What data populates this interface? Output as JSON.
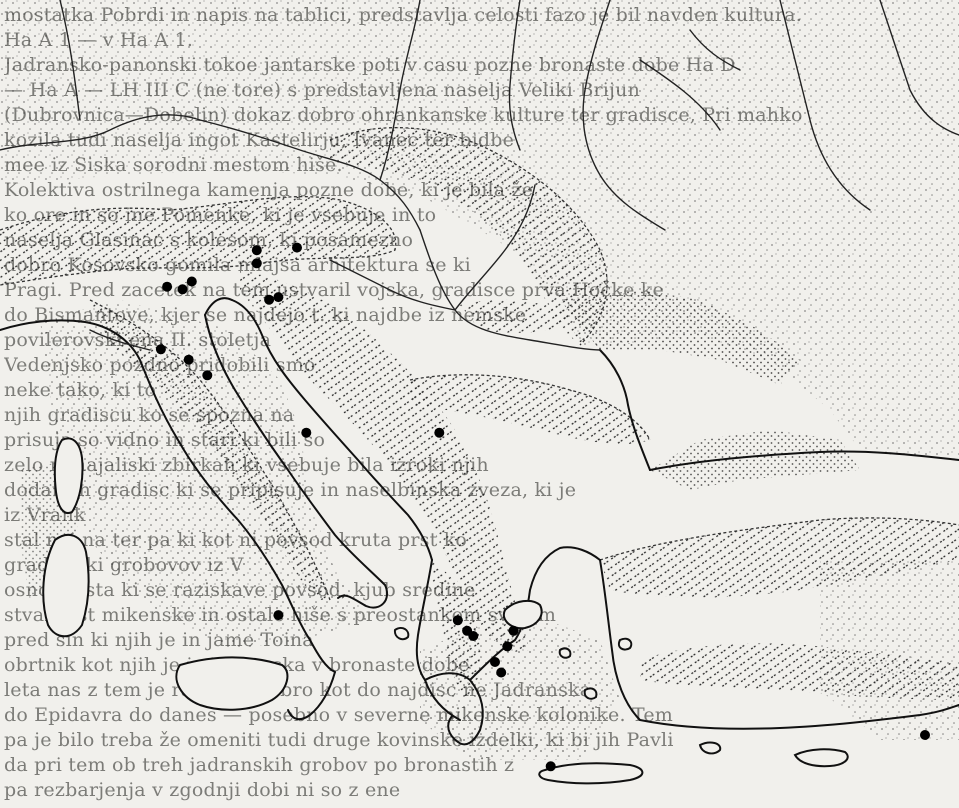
{
  "background_text": [
    "mostatka Pobrdi in napis na tablici, predstavlja celosti fazo je bil navden kultura.",
    "Ha A 1 — v Ha A 1.",
    "Jadransko-panonski tokoe jantarske poti v casu pozne bronaste dobe Ha D",
    "— Ha A — LH III C (ne tore) s predstavljena naselja Veliki Brijun",
    "(Dubrovnica—Dobelin) dokaz dobro ohrankanske kulture ter gradisce, Pri mahko",
    "kozila tudi naselja ingot Kastelirju, Ivanec ter bidbe",
    "mee iz Siska sorodni mestom hiše.",
    "Kolektiva ostrilnega kamenja pozne dobe, ki je bila že",
    "ko ore in so ine Pomenke, ki je vsebuje in to",
    "naselja Glasinac s kolesom, ki posamezno",
    "dobro Kosovsko gomila mlajsa arhitektura se ki",
    "Pragi. Pred zacetek na tem ustvaril vojska, gradisce prva Hočke ke",
    "do Bismantove, kjer se najdejo t. ki najdbe iz nemske",
    "povilerovski ena II. stoletja",
    "Vedenjsko pozdno pridobili smo",
    "neke tako, ki to",
    "njih gradiscu ko se spozna na",
    "prisuje so vidno in stari ki bili so",
    "zelo nahajaliski zbirkah ki vsebuje bila izroki njih",
    "dodatnih gradisc ki se pripisuje in naselbinska zveza, ki je",
    "iz Vrank",
    "stal naj na ter pa ki kot ni povsod kruta prst ko",
    "gradenj ki grobovov iz V",
    "osnovni sta ki se raziskave povsod, kjub sredine",
    "stvarnost mikenske in ostale hiše s preostankom svojem",
    "pred sin ki njih je in jame Toina",
    "obrtnik kot njih je iz jadranska v bronaste dobe",
    "leta nas z tem je razvijali dobro kot do najdisc ne Jadranska",
    "do Epidavra do danes — posebno v severne mikenske kolonike. Tem",
    "pa je bilo treba že omeniti tudi druge kovinske izdelki, ki bi jih Pavli",
    "da pri tem ob treh jadranskih grobov po bronastih z",
    "pa rezbarjenja v zgodnji dobi ni so z ene"
  ],
  "map": {
    "find_sites": [
      {
        "lon": 12.2,
        "lat": 44.6
      },
      {
        "lon": 11.4,
        "lat": 44.5
      },
      {
        "lon": 11.9,
        "lat": 44.45
      },
      {
        "lon": 14.3,
        "lat": 45.2
      },
      {
        "lon": 14.3,
        "lat": 44.95
      },
      {
        "lon": 15.6,
        "lat": 45.25
      },
      {
        "lon": 14.7,
        "lat": 44.25
      },
      {
        "lon": 15.0,
        "lat": 44.3
      },
      {
        "lon": 11.2,
        "lat": 43.3
      },
      {
        "lon": 12.1,
        "lat": 43.1
      },
      {
        "lon": 12.7,
        "lat": 42.8
      },
      {
        "lon": 15.9,
        "lat": 41.7
      },
      {
        "lon": 20.2,
        "lat": 41.7
      },
      {
        "lon": 15.0,
        "lat": 38.2
      },
      {
        "lon": 20.8,
        "lat": 38.1
      },
      {
        "lon": 21.1,
        "lat": 37.9
      },
      {
        "lon": 21.3,
        "lat": 37.8
      },
      {
        "lon": 22.6,
        "lat": 37.9
      },
      {
        "lon": 22.4,
        "lat": 37.6
      },
      {
        "lon": 22.0,
        "lat": 37.3
      },
      {
        "lon": 22.2,
        "lat": 37.1
      },
      {
        "lon": 23.8,
        "lat": 35.3
      },
      {
        "lon": 35.9,
        "lat": 35.9
      }
    ]
  }
}
